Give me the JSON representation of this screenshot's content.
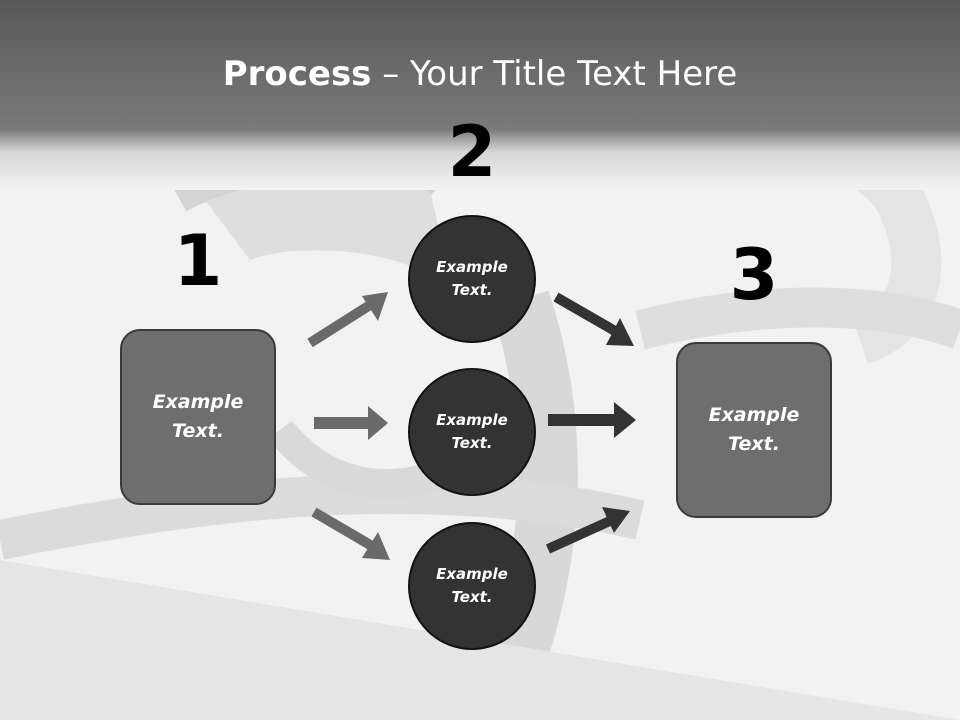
{
  "title": {
    "bold": "Process",
    "rest": " – Your Title Text Here"
  },
  "steps": [
    {
      "number": "1"
    },
    {
      "number": "2"
    },
    {
      "number": "3"
    }
  ],
  "left_box": {
    "line1": "Example",
    "line2": "Text."
  },
  "right_box": {
    "line1": "Example",
    "line2": "Text."
  },
  "circles": [
    {
      "line1": "Example",
      "line2": "Text."
    },
    {
      "line1": "Example",
      "line2": "Text."
    },
    {
      "line1": "Example",
      "line2": "Text."
    }
  ],
  "colors": {
    "header_band": "#5f5f5f",
    "box_fill": "#6e6e6e",
    "circle_fill": "#333333",
    "arrow_light": "#6a6a6a",
    "arrow_dark": "#333333"
  }
}
